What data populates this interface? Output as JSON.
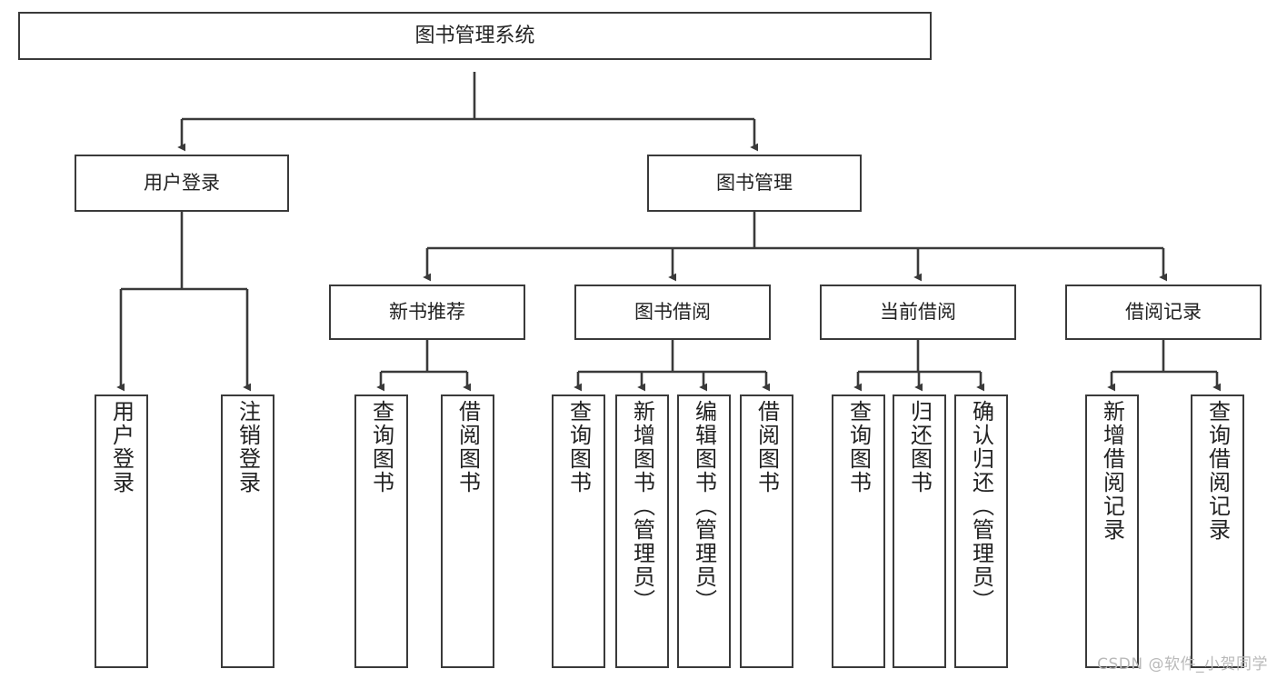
{
  "diagram": {
    "title": "图书管理系统",
    "type": "tree-hierarchy",
    "orientation": "top-down",
    "line_color": "#3a3a3a",
    "box_fill": "#ffffff",
    "text_color": "#222222"
  },
  "root": {
    "label": "图书管理系统"
  },
  "level2": [
    {
      "label": "用户登录"
    },
    {
      "label": "图书管理"
    }
  ],
  "level3": [
    {
      "label": "新书推荐"
    },
    {
      "label": "图书借阅"
    },
    {
      "label": "当前借阅"
    },
    {
      "label": "借阅记录"
    }
  ],
  "leaves": {
    "user_login": [
      {
        "label": "用户登录"
      },
      {
        "label": "注销登录"
      }
    ],
    "new_book_recommend": [
      {
        "label": "查询图书"
      },
      {
        "label": "借阅图书"
      }
    ],
    "book_borrow": [
      {
        "label": "查询图书"
      },
      {
        "label": "新增图书（管理员）"
      },
      {
        "label": "编辑图书（管理员）"
      },
      {
        "label": "借阅图书"
      }
    ],
    "current_borrow": [
      {
        "label": "查询图书"
      },
      {
        "label": "归还图书"
      },
      {
        "label": "确认归还（管理员）"
      }
    ],
    "borrow_record": [
      {
        "label": "新增借阅记录"
      },
      {
        "label": "查询借阅记录"
      }
    ]
  },
  "watermark": {
    "text": "CSDN @软件_小贺同学",
    "color": "#b9b9b9"
  }
}
